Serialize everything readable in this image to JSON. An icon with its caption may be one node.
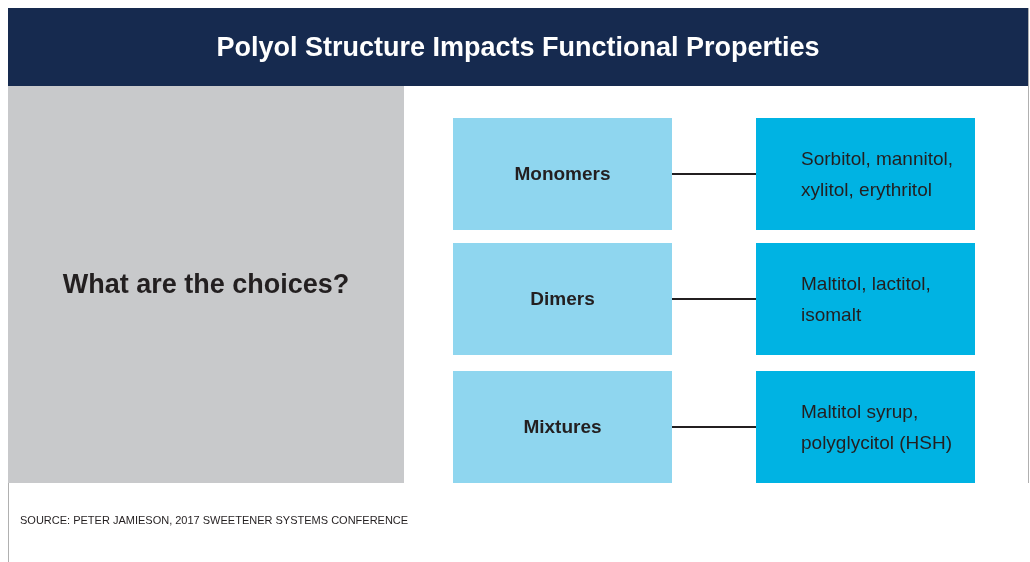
{
  "diagram": {
    "title": "Polyol Structure Impacts Functional Properties",
    "nodes": [
      {
        "text": [
          "What are the choices?"
        ]
      },
      {
        "text": [
          "Monomers"
        ]
      },
      {
        "text": [
          "Sorbitol, mannitol, xylitol, erythritol"
        ]
      },
      {
        "text": [
          "Dimers"
        ]
      },
      {
        "text": [
          "Maltitol, lactitol, isomalt"
        ]
      },
      {
        "text": [
          "Mixtures"
        ]
      },
      {
        "text": [
          "Maltitol syrup, polyglycitol (HSH)"
        ]
      }
    ],
    "edges": [
      {
        "from": 1,
        "to": 2,
        "arrow": "none"
      },
      {
        "from": 3,
        "to": 4,
        "arrow": "none"
      },
      {
        "from": 5,
        "to": 6,
        "arrow": "none"
      }
    ],
    "labels": [
      "SOURCE: PETER JAMIESON, 2017 SWEETENER SYSTEMS CONFERENCE"
    ]
  }
}
